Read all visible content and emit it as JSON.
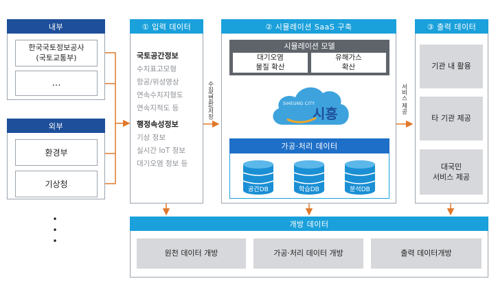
{
  "internal": {
    "header": "내부",
    "org_line1": "한국국토정보공사",
    "org_line2": "(국토교통부)",
    "more": "…"
  },
  "external": {
    "header": "외부",
    "items": [
      "환경부",
      "기상청"
    ]
  },
  "dots": "•",
  "input_data": {
    "header": "① 입력 데이터",
    "group1_title": "국토공간정보",
    "group1_items": [
      "수치표고모형",
      "항공/위성영상",
      "연속수치지형도",
      "연속지적도 등"
    ],
    "group2_title": "행정속성정보",
    "group2_items": [
      "기상 정보",
      "실시간 IoT 정보",
      "대기오염 정보 등"
    ]
  },
  "arrow_label_collect": "수집/변환/저장",
  "saas": {
    "header": "② 시뮬레이션 SaaS 구축",
    "model_title": "시뮬레이션 모델",
    "model_left_line1": "대기오염",
    "model_left_line2": "물질 확산",
    "model_right_line1": "유해가스",
    "model_right_line2": "확산",
    "logo_en": "SIHEUNG CITY",
    "logo_ko": "시흥",
    "processing_header": "가공·처리 데이터",
    "dbs": [
      "공간DB",
      "학습DB",
      "분석DB"
    ]
  },
  "arrow_label_service": "서비스 제공",
  "output_data": {
    "header": "③ 출력 데이터",
    "items": [
      "기관 내 활용",
      "타 기관 제공"
    ],
    "public_line1": "대국민",
    "public_line2": "서비스 제공"
  },
  "open_data": {
    "header": "개방 데이터",
    "items": [
      "원천 데이터 개방",
      "가공·처리 데이터 개방",
      "출력 데이터개방"
    ]
  },
  "colors": {
    "navy": "#1e4f9a",
    "blue": "#1aa0db",
    "arrow": "#e0782a",
    "box_gray": "#d6d8db",
    "db_blue": "#1a8fd4"
  }
}
